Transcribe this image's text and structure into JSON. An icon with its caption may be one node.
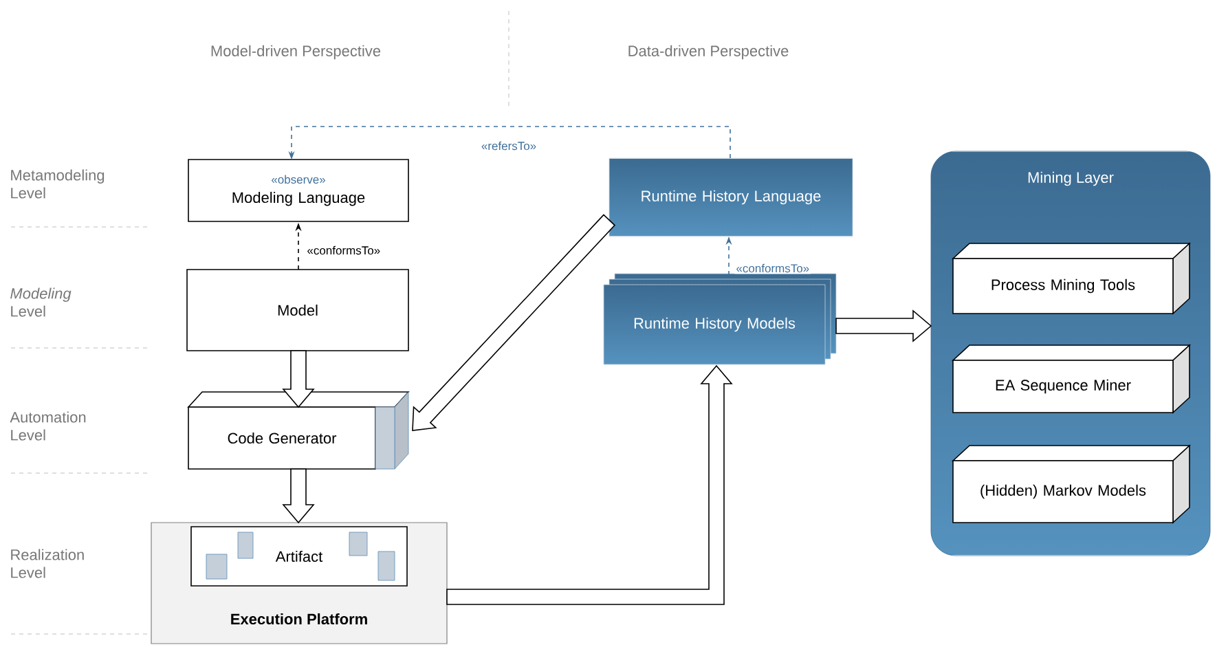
{
  "diagram": {
    "nodes": [
      {
        "text": [
          "«observe»",
          "Modeling Language"
        ]
      },
      {
        "text": [
          "Model"
        ]
      },
      {
        "text": [
          "Code Generator"
        ]
      },
      {
        "text": [
          "Execution Platform"
        ]
      },
      {
        "text": [
          "Artifact"
        ],
        "in": 3
      },
      {
        "text": [
          "Runtime History Language"
        ]
      },
      {
        "text": [
          "Runtime History Models"
        ]
      },
      {
        "text": [
          "Mining Layer"
        ]
      },
      {
        "text": [
          "Process Mining Tools"
        ],
        "in": 7
      },
      {
        "text": [
          "EA Sequence Miner"
        ],
        "in": 7
      },
      {
        "text": [
          "(Hidden) Markov Models"
        ],
        "in": 7
      }
    ],
    "edges": [
      {
        "from": 1,
        "to": 0,
        "arrow": "to",
        "label": "«conformsTo»",
        "style": "dashed",
        "color": "#000000"
      },
      {
        "from": 5,
        "to": 0,
        "arrow": "to",
        "label": "«refersTo»",
        "style": "dashed",
        "color": "#41719c"
      },
      {
        "from": 6,
        "to": 5,
        "arrow": "to",
        "label": "«conformsTo»",
        "style": "dashed",
        "color": "#41719c"
      },
      {
        "from": 1,
        "to": 2,
        "arrow": "to"
      },
      {
        "from": 2,
        "to": 3,
        "arrow": "to"
      },
      {
        "from": 5,
        "to": 2,
        "arrow": "to"
      },
      {
        "from": 3,
        "to": 6,
        "arrow": "to"
      },
      {
        "from": 6,
        "to": 7,
        "arrow": "to"
      }
    ],
    "labels": [
      "Model-driven Perspective",
      "Data-driven Perspective",
      "Metamodeling Level",
      "*Modeling* Level",
      "Automation Level",
      "Realization Level"
    ]
  }
}
